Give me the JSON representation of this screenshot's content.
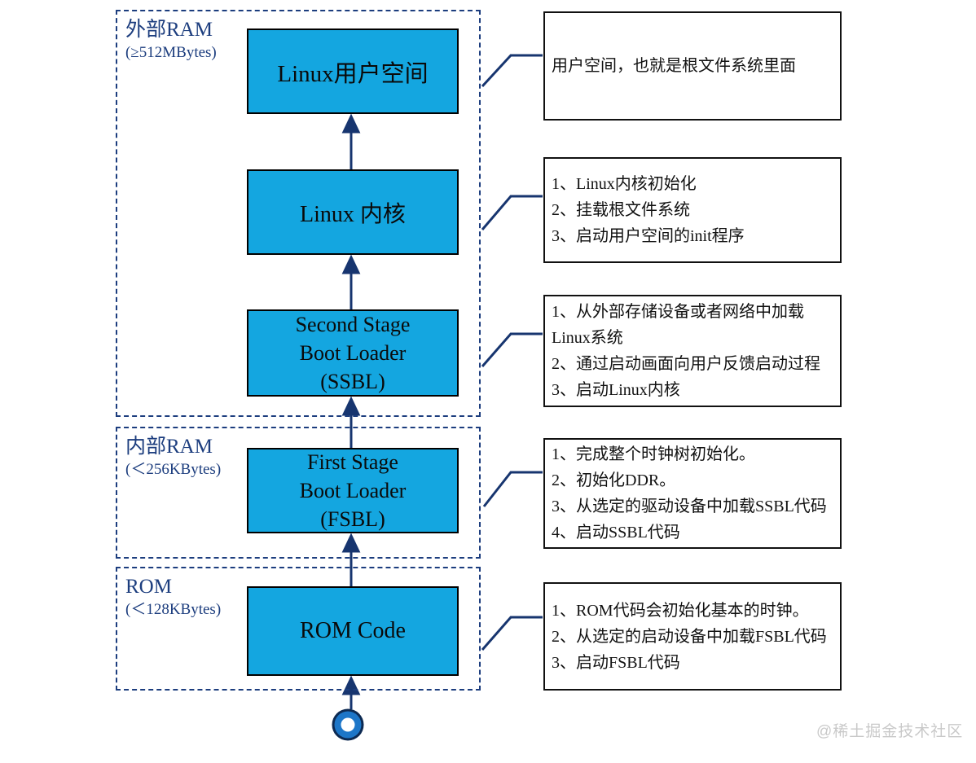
{
  "colors": {
    "node_fill": "#14a6e0",
    "node_border": "#000000",
    "line_navy": "#17356f",
    "dashed_border_navy": "#1c3d7e",
    "annotation_border": "#111111",
    "start_circle_blue": "#1d76c8",
    "watermark_gray": "#c9c9c9"
  },
  "groups": [
    {
      "title": "外部RAM",
      "subtitle": "(≥512MBytes)"
    },
    {
      "title": "内部RAM",
      "subtitle": "(＜256KBytes)"
    },
    {
      "title": "ROM",
      "subtitle": "(＜128KBytes)"
    }
  ],
  "nodes": [
    {
      "label": [
        "Linux用户空间"
      ]
    },
    {
      "label": [
        "Linux 内核"
      ]
    },
    {
      "label": [
        "Second Stage",
        "Boot Loader",
        "(SSBL)"
      ]
    },
    {
      "label": [
        "First Stage",
        "Boot Loader",
        "(FSBL)"
      ]
    },
    {
      "label": [
        "ROM Code"
      ]
    }
  ],
  "annotations": [
    {
      "lines": [
        "用户空间，也就是根文件系统里面"
      ]
    },
    {
      "lines": [
        "1、Linux内核初始化",
        "2、挂载根文件系统",
        "3、启动用户空间的init程序"
      ]
    },
    {
      "lines": [
        "1、从外部存储设备或者网络中加载",
        "Linux系统",
        "2、通过启动画面向用户反馈启动过程",
        "3、启动Linux内核"
      ]
    },
    {
      "lines": [
        "1、完成整个时钟树初始化。",
        "2、初始化DDR。",
        "3、从选定的驱动设备中加载SSBL代码",
        "4、启动SSBL代码"
      ]
    },
    {
      "lines": [
        "1、ROM代码会初始化基本的时钟。",
        "2、从选定的启动设备中加载FSBL代码",
        "3、启动FSBL代码"
      ]
    }
  ],
  "watermark": "@稀土掘金技术社区"
}
